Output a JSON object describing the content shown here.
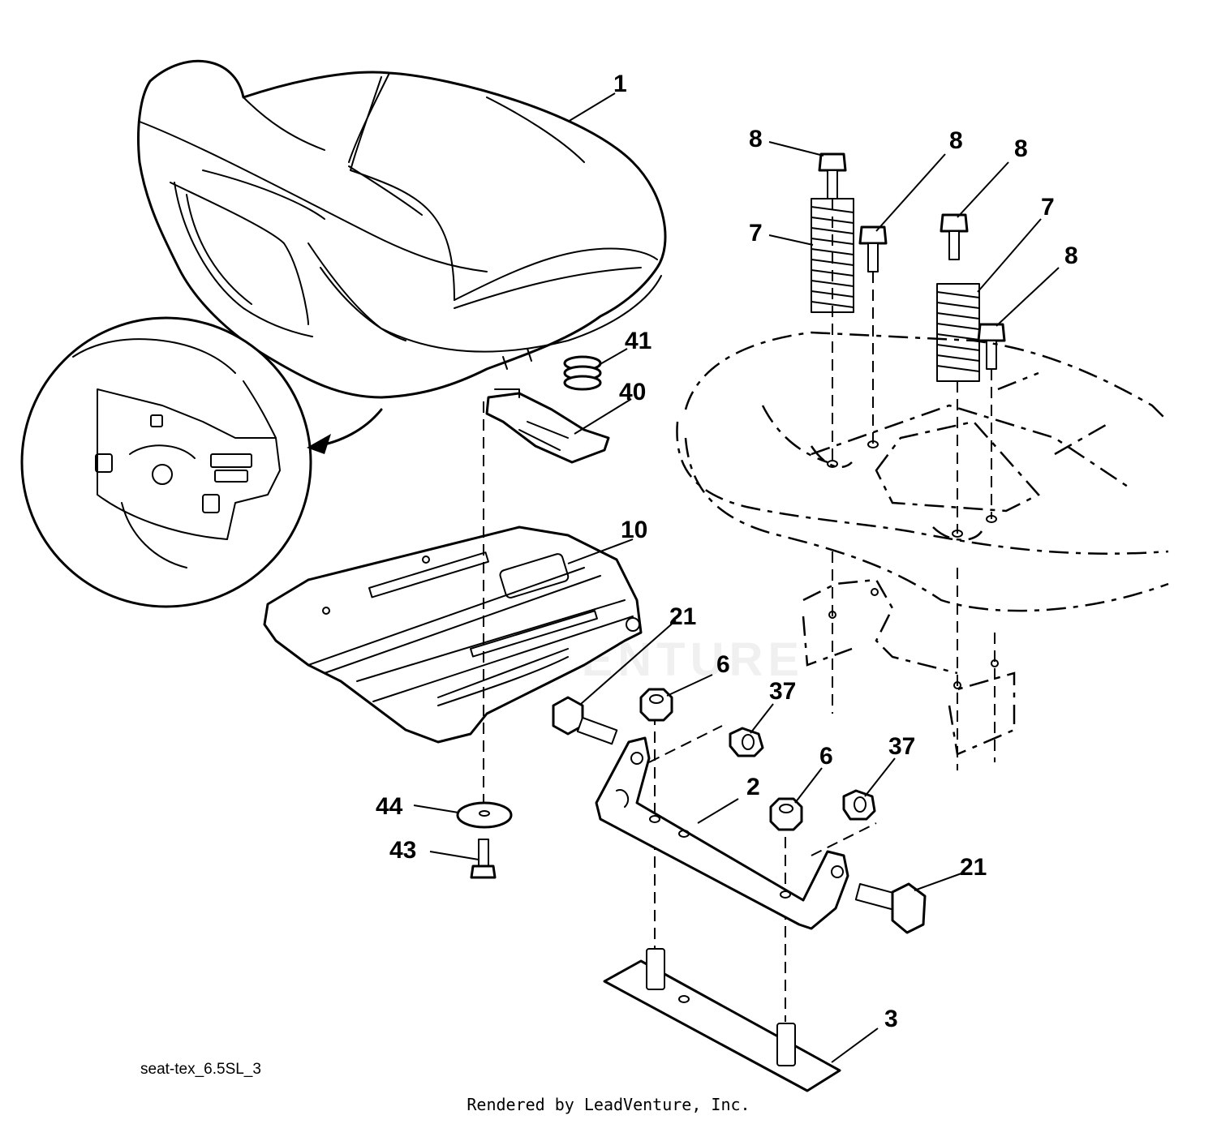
{
  "diagram_code": "seat-tex_6.5SL_3",
  "footer_text": "Rendered by LeadVenture, Inc.",
  "watermark_text": "LEADVENTURE",
  "callouts": {
    "seat": "1",
    "mount_bracket": "2",
    "base_plate": "3",
    "nut_a": "6",
    "nut_b": "6",
    "spring_left": "7",
    "spring_right": "7",
    "bolt_a": "8",
    "bolt_b": "8",
    "bolt_c": "8",
    "bolt_d": "8",
    "seat_pan": "10",
    "shoulder_bolt_left": "21",
    "shoulder_bolt_right": "21",
    "lock_nut_a": "37",
    "lock_nut_b": "37",
    "latch": "40",
    "small_spring": "41",
    "screw": "43",
    "washer": "44"
  }
}
